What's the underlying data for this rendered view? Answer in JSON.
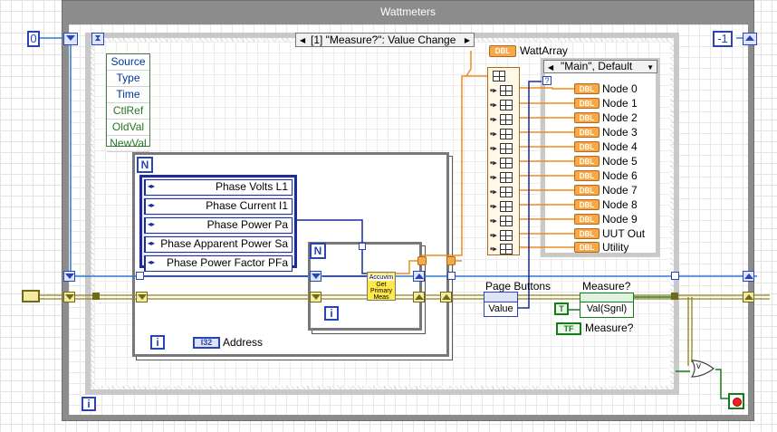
{
  "loop": {
    "title": "Wattmeters",
    "iteration_terminal": "i"
  },
  "shift_register": {
    "init_left": "0",
    "init_right": "-1"
  },
  "event_structure": {
    "selector_label": "[1] \"Measure?\": Value Change"
  },
  "event_data_node": {
    "items": [
      "Source",
      "Type",
      "Time",
      "CtlRef",
      "OldVal",
      "NewVal"
    ]
  },
  "for_loop_outer": {
    "count_terminal": "N",
    "iteration_terminal": "i"
  },
  "for_loop_inner": {
    "count_terminal": "N",
    "iteration_terminal": "i"
  },
  "cluster_constant": {
    "items": [
      "Phase Volts L1",
      "Phase Current I1",
      "Phase Power Pa",
      "Phase Apparent Power Sa",
      "Phase Power Factor PFa"
    ]
  },
  "subvi": {
    "header": "Accuvim",
    "label": "Get Primary Meas"
  },
  "address": {
    "type": "I32",
    "label": "Address"
  },
  "watt_array": {
    "type": "DBL",
    "label": "WattArray"
  },
  "case_structure": {
    "selector_label": "\"Main\", Default",
    "selector_terminal": "?"
  },
  "nodes": {
    "type": "DBL",
    "labels": [
      "Node 0",
      "Node 1",
      "Node 2",
      "Node 3",
      "Node 4",
      "Node 5",
      "Node 6",
      "Node 7",
      "Node 8",
      "Node 9",
      "UUT Out",
      "Utility"
    ]
  },
  "page_buttons": {
    "label": "Page Buttons",
    "property": "Value"
  },
  "measure": {
    "label": "Measure?",
    "property": "Val(Sgnl)",
    "true_const": "T",
    "terminal_type": "TF",
    "terminal_label": "Measure?"
  },
  "or_gate": {
    "symbol": "v"
  },
  "colors": {
    "orange_wire": "#f08a1d",
    "blue_wire": "#2a7ad6",
    "yellow_wire": "#8a8418",
    "enum_blue": "#1c2c9a",
    "bool_green": "#187a18"
  }
}
